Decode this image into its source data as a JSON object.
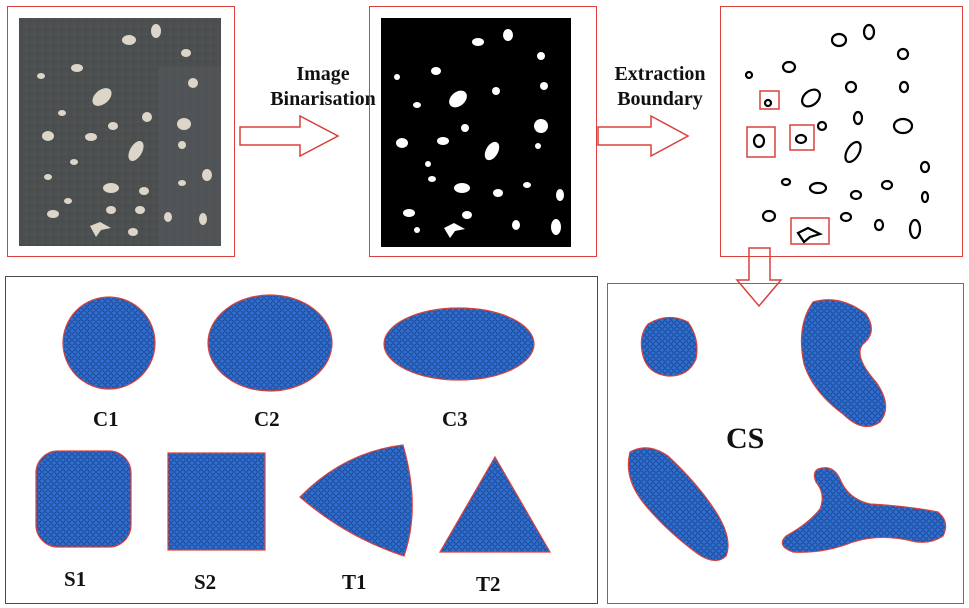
{
  "steps": {
    "binarisation_line1": "Image",
    "binarisation_line2": "Binarisation",
    "extraction_line1": "Extraction",
    "extraction_line2": "Boundary"
  },
  "shapes": {
    "c1": "C1",
    "c2": "C2",
    "c3": "C3",
    "s1": "S1",
    "s2": "S2",
    "t1": "T1",
    "t2": "T2",
    "cs": "CS"
  },
  "colors": {
    "frame": "#d9413c",
    "particle_fill": "#2f6fd1",
    "particle_outline": "#d9413c",
    "photo_bg": "#4b4f50",
    "stone": "#ddd6c8"
  }
}
